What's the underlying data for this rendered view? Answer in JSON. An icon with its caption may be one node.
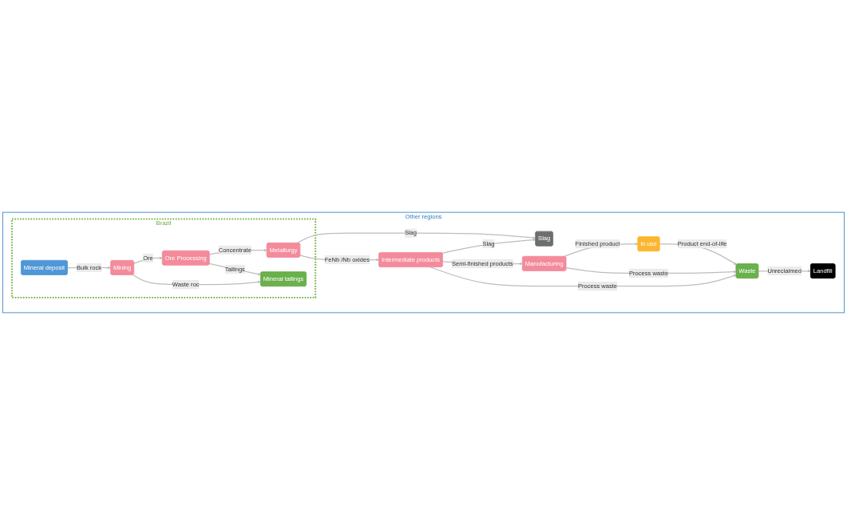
{
  "diagram": {
    "nodes": [
      {
        "text": [
          "Other regions"
        ]
      },
      {
        "text": [
          "Brazil"
        ],
        "in": 0
      },
      {
        "text": [
          "Mineral deposit"
        ],
        "in": 1
      },
      {
        "text": [
          "Mining"
        ],
        "in": 1
      },
      {
        "text": [
          "Ore Processing"
        ],
        "in": 1
      },
      {
        "text": [
          "Metallurgy"
        ],
        "in": 1
      },
      {
        "text": [
          "Mineral tailings"
        ],
        "in": 1
      },
      {
        "text": [
          "Slag"
        ],
        "in": 0
      },
      {
        "text": [
          "In use"
        ],
        "in": 0
      },
      {
        "text": [
          "Manufacturing"
        ],
        "in": 0
      },
      {
        "text": [
          "Intermediate products"
        ],
        "in": 0
      },
      {
        "text": [
          "Waste"
        ],
        "in": 0
      },
      {
        "text": [
          "Landfill"
        ],
        "in": 0
      }
    ],
    "edges": [
      {
        "from": 2,
        "to": 3,
        "arrow": "to",
        "label": "Bulk rock"
      },
      {
        "from": 3,
        "to": 4,
        "arrow": "to",
        "label": "Ore"
      },
      {
        "from": 4,
        "to": 5,
        "arrow": "to",
        "label": "Concentrate"
      },
      {
        "from": 4,
        "to": 6,
        "arrow": "to",
        "label": "Tailings"
      },
      {
        "from": 3,
        "to": 6,
        "arrow": "to",
        "label": "Waste roc"
      },
      {
        "from": 5,
        "to": 7,
        "arrow": "to",
        "label": "Slag"
      },
      {
        "from": 5,
        "to": 10,
        "arrow": "to",
        "label": "FeNb /Nb oxides"
      },
      {
        "from": 10,
        "to": 7,
        "arrow": "to",
        "label": "Slag"
      },
      {
        "from": 10,
        "to": 9,
        "arrow": "to",
        "label": "Semi-finished products"
      },
      {
        "from": 9,
        "to": 8,
        "arrow": "to",
        "label": "Finished product"
      },
      {
        "from": 8,
        "to": 11,
        "arrow": "to",
        "label": "Product end-of-life"
      },
      {
        "from": 9,
        "to": 11,
        "arrow": "to",
        "label": "Process waste"
      },
      {
        "from": 10,
        "to": 11,
        "arrow": "to",
        "label": "Process waste"
      },
      {
        "from": 11,
        "to": 12,
        "arrow": "to",
        "label": "Unreclaimed"
      }
    ]
  }
}
